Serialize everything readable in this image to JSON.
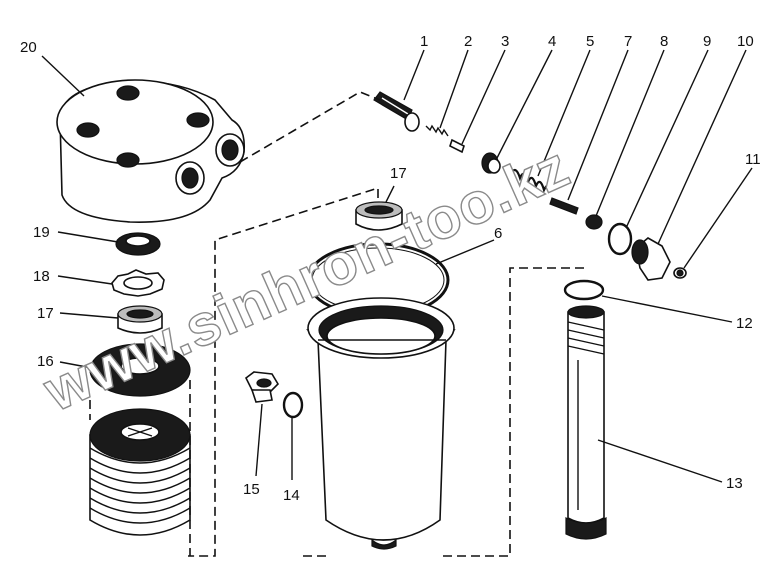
{
  "callouts": [
    {
      "id": "c1",
      "text": "1"
    },
    {
      "id": "c2",
      "text": "2"
    },
    {
      "id": "c3",
      "text": "3"
    },
    {
      "id": "c4",
      "text": "4"
    },
    {
      "id": "c5",
      "text": "5"
    },
    {
      "id": "c7",
      "text": "7"
    },
    {
      "id": "c8",
      "text": "8"
    },
    {
      "id": "c9",
      "text": "9"
    },
    {
      "id": "c10",
      "text": "10"
    },
    {
      "id": "c11",
      "text": "11"
    },
    {
      "id": "c6",
      "text": "6"
    },
    {
      "id": "c12",
      "text": "12"
    },
    {
      "id": "c13",
      "text": "13"
    },
    {
      "id": "c14",
      "text": "14"
    },
    {
      "id": "c15",
      "text": "15"
    },
    {
      "id": "c16",
      "text": "16"
    },
    {
      "id": "c17a",
      "text": "17"
    },
    {
      "id": "c17b",
      "text": "17"
    },
    {
      "id": "c18",
      "text": "18"
    },
    {
      "id": "c19",
      "text": "19"
    },
    {
      "id": "c20",
      "text": "20"
    }
  ],
  "watermark": "www.sinhron-too.kz",
  "colors": {
    "ink": "#111111",
    "watermark_outline": "#8a8a8a",
    "background": "#ffffff"
  }
}
